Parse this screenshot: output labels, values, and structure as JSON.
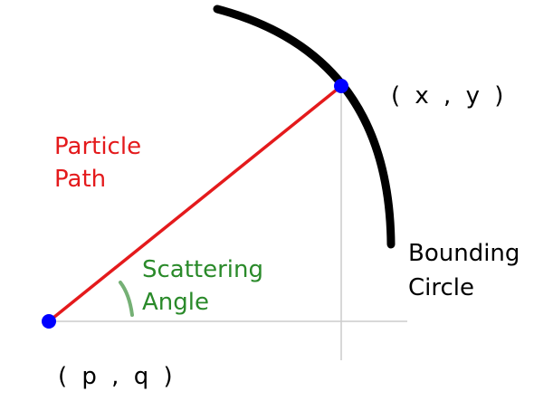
{
  "labels": {
    "particle_path_line1": "Particle",
    "particle_path_line2": "Path",
    "scattering_angle_line1": "Scattering",
    "scattering_angle_line2": "Angle",
    "bounding_circle_line1": "Bounding",
    "bounding_circle_line2": "Circle",
    "point_xy": "( x , y )",
    "point_pq": "( p , q )"
  },
  "colors": {
    "particle_path": "#e41a1c",
    "scattering_angle": "#2a8a2a",
    "bounding_circle": "#000000",
    "points": "#0000ff",
    "axis_lines": "#c8c8c8",
    "text": "#000000"
  }
}
